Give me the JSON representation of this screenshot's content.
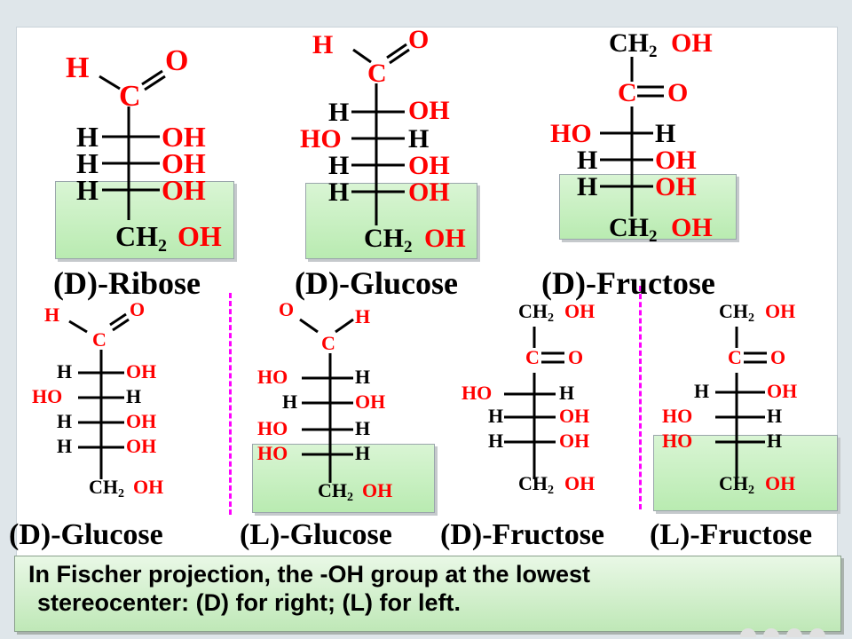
{
  "labels": {
    "d_ribose": "(D)-Ribose",
    "d_glucose_top": "(D)-Glucose",
    "d_fructose_top": "(D)-Fructose",
    "d_glucose": "(D)-Glucose",
    "l_glucose": "(L)-Glucose",
    "d_fructose": "(D)-Fructose",
    "l_fructose": "(L)-Fructose"
  },
  "note": {
    "line1": "In Fischer projection, the -OH group at the lowest",
    "line2": "stereocenter: (D) for right; (L) for left."
  },
  "atoms": {
    "H": "H",
    "O": "O",
    "C": "C",
    "OH": "OH",
    "HO": "HO",
    "CH": "CH",
    "sub2": "2"
  },
  "colors": {
    "atom_red": "#ff0000",
    "atom_black": "#000000",
    "box_green": "#c6f0bf",
    "separator": "#ff00ff"
  }
}
